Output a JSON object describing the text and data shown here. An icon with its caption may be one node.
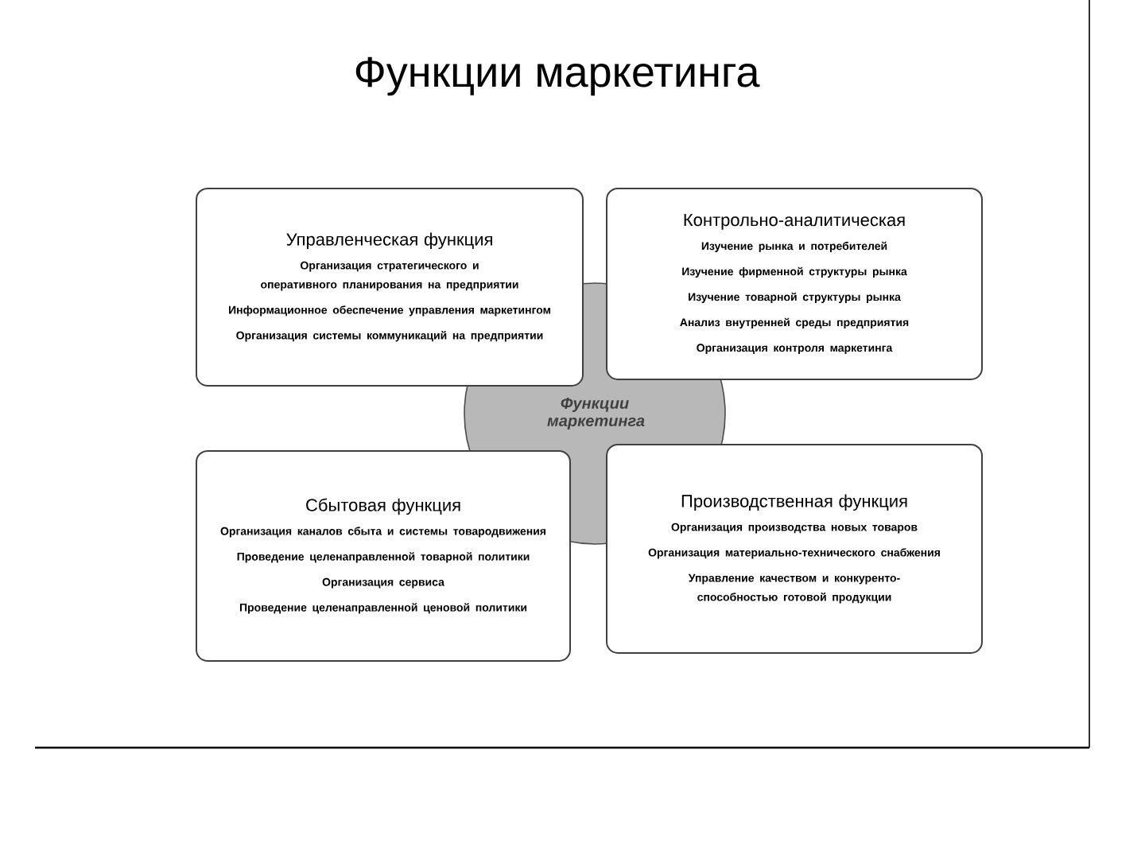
{
  "diagram": {
    "title": "Функции маркетинга",
    "nodes": [
      {
        "text": [
          "Функции маркетинга"
        ]
      },
      {
        "text": [
          "Управленческая функция",
          "Организация стратегического и оперативного планирования на предприятии",
          "Информационное обеспечение управления маркетингом",
          "Организация системы коммуникаций на предприятии"
        ]
      },
      {
        "text": [
          "Контрольно-аналитическая",
          "Изучение рынка и потребителей",
          "Изучение фирменной структуры рынка",
          "Изучение товарной структуры рынка",
          "Анализ внутренней среды предприятия",
          "Организация контроля маркетинга"
        ]
      },
      {
        "text": [
          "Сбытовая функция",
          "Организация каналов сбыта и системы товародвижения",
          "Проведение целенаправленной товарной политики",
          "Организация сервиса",
          "Проведение целенаправленной ценовой политики"
        ]
      },
      {
        "text": [
          "Производственная функция",
          "Организация производства новых товаров",
          "Организация материально-технического снабжения",
          "Управление качеством и конкуренто-способностью готовой продукции"
        ]
      }
    ],
    "edges": []
  }
}
